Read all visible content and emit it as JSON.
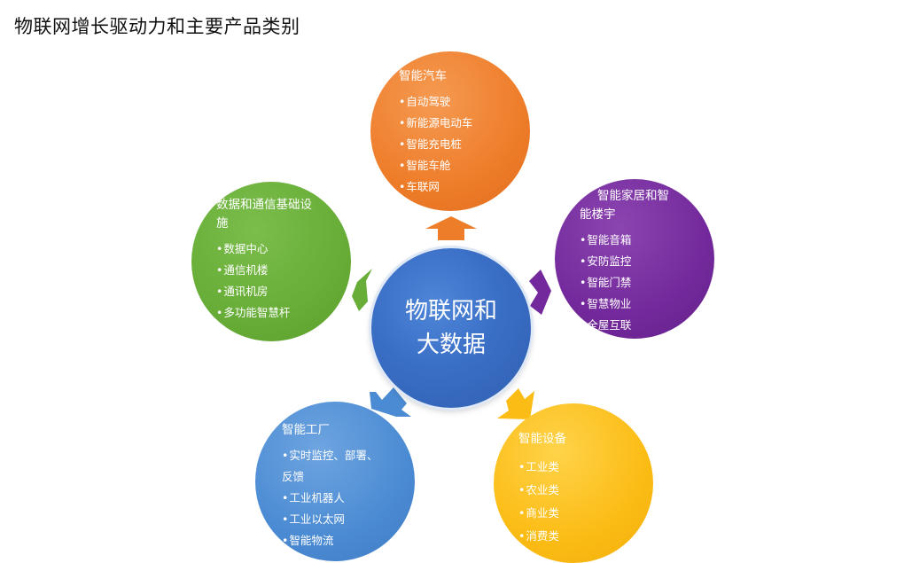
{
  "title": "物联网增长驱动力和主要产品类别",
  "center": {
    "line1": "物联网和",
    "line2": "大数据",
    "color": "#3a6fc6"
  },
  "nodes": {
    "auto": {
      "title": "智能汽车",
      "color": "#ee7d2a",
      "items": [
        "自动驾驶",
        "新能源电动车",
        "智能充电桩",
        "智能车舱",
        "车联网"
      ]
    },
    "home": {
      "title": "智能家居和智能楼宇",
      "color": "#73299b",
      "items": [
        "智能音箱",
        "安防监控",
        "智能门禁",
        "智慧物业",
        "全屋互联"
      ]
    },
    "device": {
      "title": "智能设备",
      "color": "#fbbc15",
      "items": [
        "工业类",
        "农业类",
        "商业类",
        "消费类"
      ]
    },
    "factory": {
      "title": "智能工厂",
      "color": "#4b8bd3",
      "items": [
        "实时监控、部署、反馈",
        "工业机器人",
        "工业以太网",
        "智能物流"
      ]
    },
    "data": {
      "title": "数据和通信基础设施",
      "color": "#67ad37",
      "items": [
        "数据中心",
        "通信机楼",
        "通讯机房",
        "多功能智慧杆"
      ]
    }
  }
}
